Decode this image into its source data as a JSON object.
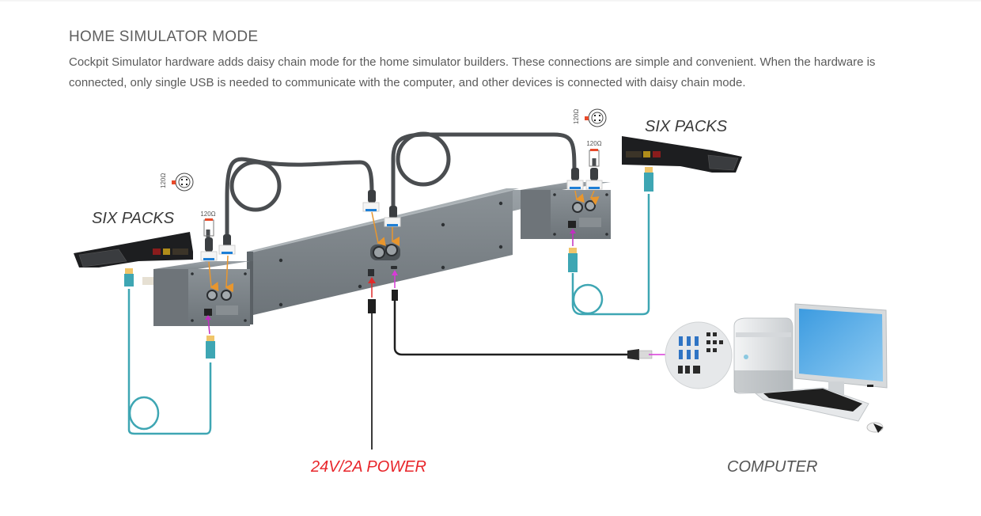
{
  "section": {
    "title": "HOME SIMULATOR MODE",
    "description": "Cockpit Simulator hardware adds daisy chain mode for the home simulator builders. These connections are simple and convenient. When the hardware is connected, only single USB is needed to communicate with the computer, and other devices is connected with daisy chain mode."
  },
  "diagram": {
    "labels": {
      "six_packs_left": "SIX PACKS",
      "six_packs_right": "SIX PACKS",
      "power": "24V/2A POWER",
      "computer": "COMPUTER"
    },
    "resistor_labels": {
      "terminator_left": "120Ω",
      "connector_left": "120Ω",
      "terminator_right": "120Ω",
      "connector_right": "120Ω"
    },
    "colors": {
      "power_label": "#e8262b",
      "computer_label": "#555555",
      "ethernet_cable": "#3ea6b3",
      "daisy_cable": "#4a4d50",
      "usb_arrow": "#d83ad8",
      "power_arrow": "#e02a2a",
      "connector_arrow": "#e8962e"
    }
  }
}
